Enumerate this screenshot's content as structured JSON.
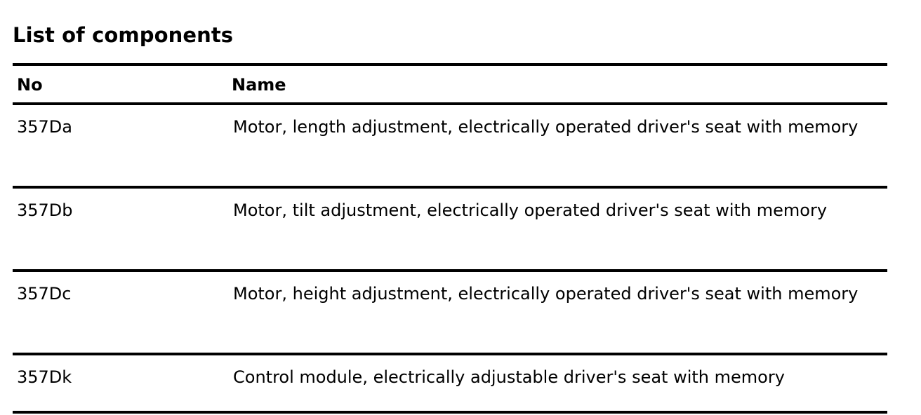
{
  "document": {
    "title": "List of components"
  },
  "table": {
    "columns": [
      {
        "key": "no",
        "label": "No"
      },
      {
        "key": "name",
        "label": "Name"
      }
    ],
    "rows": [
      {
        "no": "357Da",
        "name": "Motor, length adjustment, electrically operated driver's seat with memory"
      },
      {
        "no": "357Db",
        "name": "Motor, tilt adjustment, electrically operated driver's seat with memory"
      },
      {
        "no": "357Dc",
        "name": "Motor, height adjustment, electrically operated driver's seat with memory"
      },
      {
        "no": "357Dk",
        "name": "Control module, electrically adjustable driver's seat with memory"
      }
    ]
  },
  "style": {
    "text_color": "#000000",
    "background_color": "#ffffff",
    "rule_color": "#000000"
  }
}
